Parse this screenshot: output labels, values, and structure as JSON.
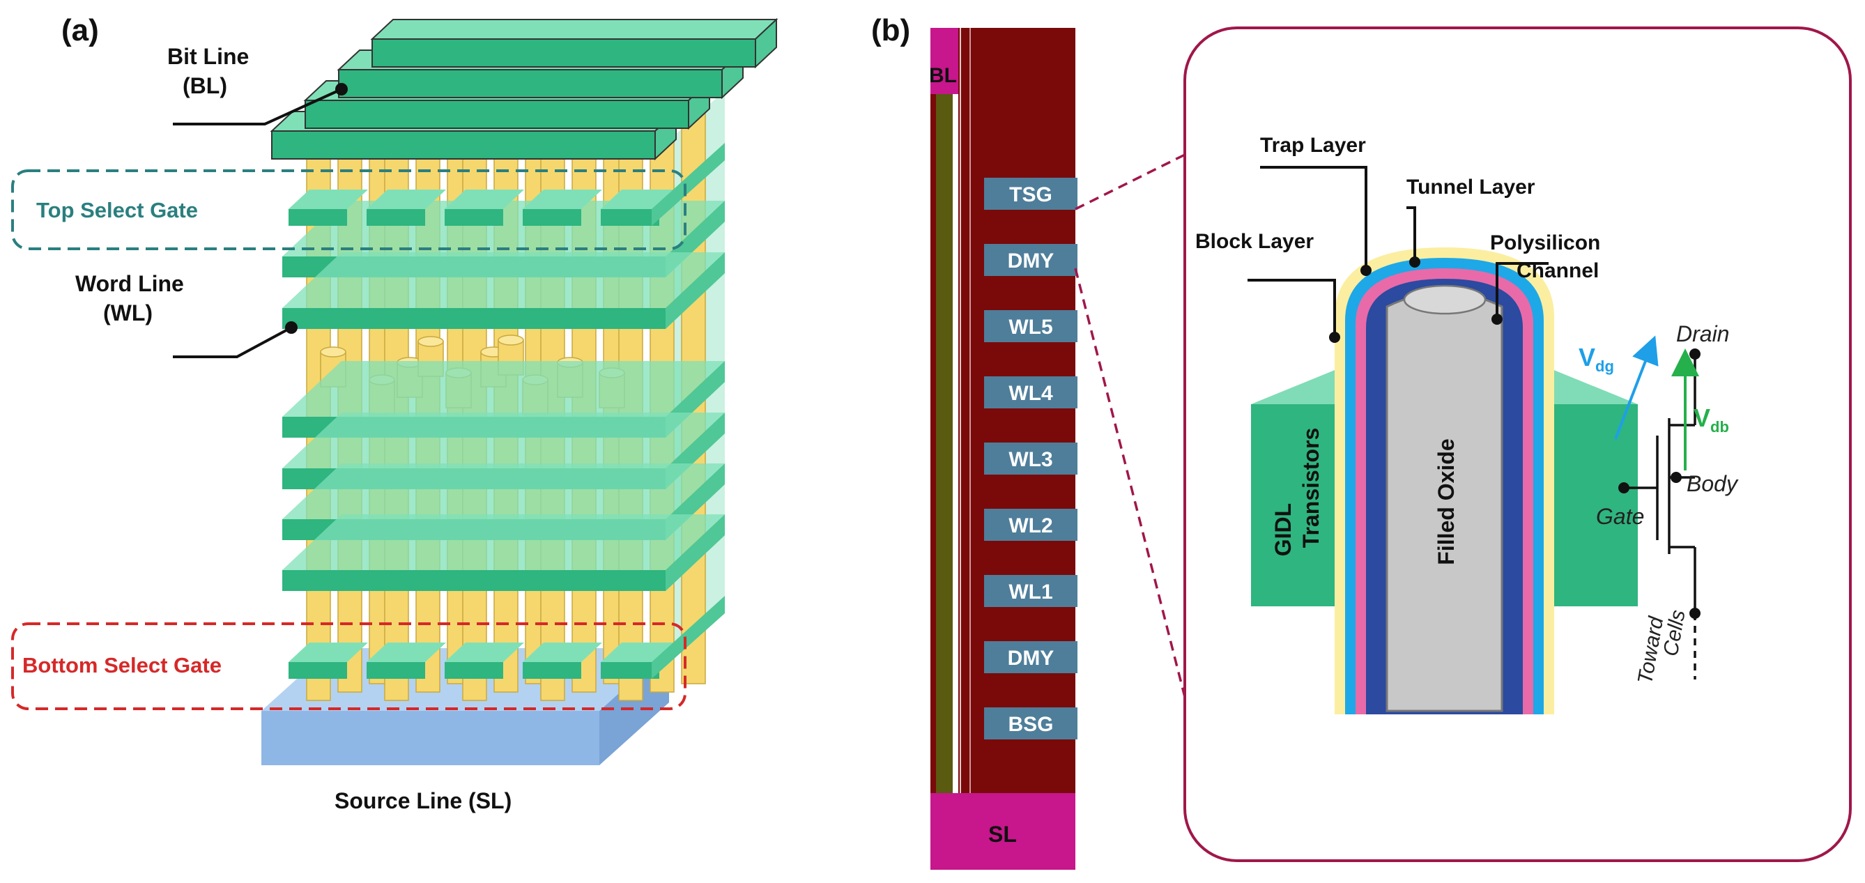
{
  "panel_a": {
    "tag": "(a)",
    "bit_line": {
      "line1": "Bit Line",
      "line2": "(BL)"
    },
    "top_select_gate": "Top Select Gate",
    "word_line": {
      "line1": "Word Line",
      "line2": "(WL)"
    },
    "bottom_select_gate": "Bottom Select Gate",
    "source_line": "Source Line (SL)"
  },
  "panel_b": {
    "tag": "(b)",
    "bl_label": "BL",
    "sl_label": "SL",
    "stack_labels": [
      "TSG",
      "DMY",
      "WL5",
      "WL4",
      "WL3",
      "WL2",
      "WL1",
      "DMY",
      "BSG"
    ]
  },
  "zoom": {
    "trap_layer": "Trap Layer",
    "tunnel_layer": "Tunnel Layer",
    "block_layer": "Block Layer",
    "polysilicon": {
      "line1": "Polysilicon",
      "line2": "Channel"
    },
    "gidl": {
      "line1": "GIDL",
      "line2": "Transistors"
    },
    "filled_oxide": "Filled Oxide"
  },
  "circuit": {
    "drain": "Drain",
    "gate": "Gate",
    "body": "Body",
    "vdg_main": "V",
    "vdg_sub": "dg",
    "vdb_main": "V",
    "vdb_sub": "db",
    "toward": {
      "line1": "Toward",
      "line2": "Cells"
    }
  },
  "colors": {
    "green_top": "#7fe0b8",
    "green_side": "#4fc796",
    "green_front": "#2fb57f",
    "pillar": "#f5d76e",
    "base_top": "#b3d2f2",
    "base_front": "#8fb7e6",
    "tsg_dash": "#2a7f7f",
    "bsg_dash": "#d62828",
    "maroon": "#7a0a0a",
    "magenta": "#c8168c",
    "olive": "#5a5a10",
    "steel": "#4f7e9a",
    "zoom_frame": "#a0174a",
    "yellow_layer": "#fbeea0",
    "cyan_layer": "#1ea8e8",
    "pink_layer": "#e96aa8",
    "navy_layer": "#2b4aa0",
    "oxide": "#c8c8c8",
    "gidl_front": "#2fb57f",
    "gidl_top": "#7fdcb6",
    "vdg_color": "#1e9fe8",
    "vdb_color": "#25b04b"
  }
}
